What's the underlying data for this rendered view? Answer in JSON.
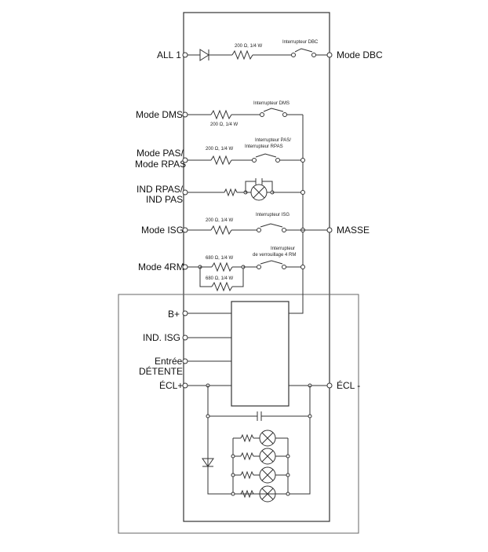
{
  "left_labels": {
    "all1": "ALL 1",
    "mode_dms": "Mode DMS",
    "mode_pas_1": "Mode PAS/",
    "mode_pas_2": "Mode RPAS",
    "ind_rpas_1": "IND RPAS/",
    "ind_rpas_2": "IND PAS",
    "mode_isg": "Mode ISG",
    "mode_4rm": "Mode 4RM",
    "b_plus": "B+",
    "ind_isg": "IND. ISG",
    "entree_1": "Entrée",
    "entree_2": "DÉTENTE",
    "ecl_plus": "ÉCL+"
  },
  "right_labels": {
    "mode_dbc": "Mode DBC",
    "masse": "MASSE",
    "ecl_minus": "ÉCL -"
  },
  "component_labels": {
    "res_dbc": "200 Ω, 1/4 W",
    "sw_dbc": "Interrupteur DBC",
    "res_dms": "200 Ω, 1/4 W",
    "sw_dms": "Interrupteur DMS",
    "res_pas": "200 Ω, 1/4 W",
    "sw_pas_1": "Interrupteur PAS/",
    "sw_pas_2": "Interrupteur RPAS",
    "res_isg": "200 Ω, 1/4 W",
    "sw_isg": "Interrupteur ISG",
    "res_4rm_a": "680 Ω, 1/4 W",
    "res_4rm_b": "680 Ω, 1/4 W",
    "sw_4rm_1": "Interrupteur",
    "sw_4rm_2": "de verrouillage 4 RM"
  }
}
